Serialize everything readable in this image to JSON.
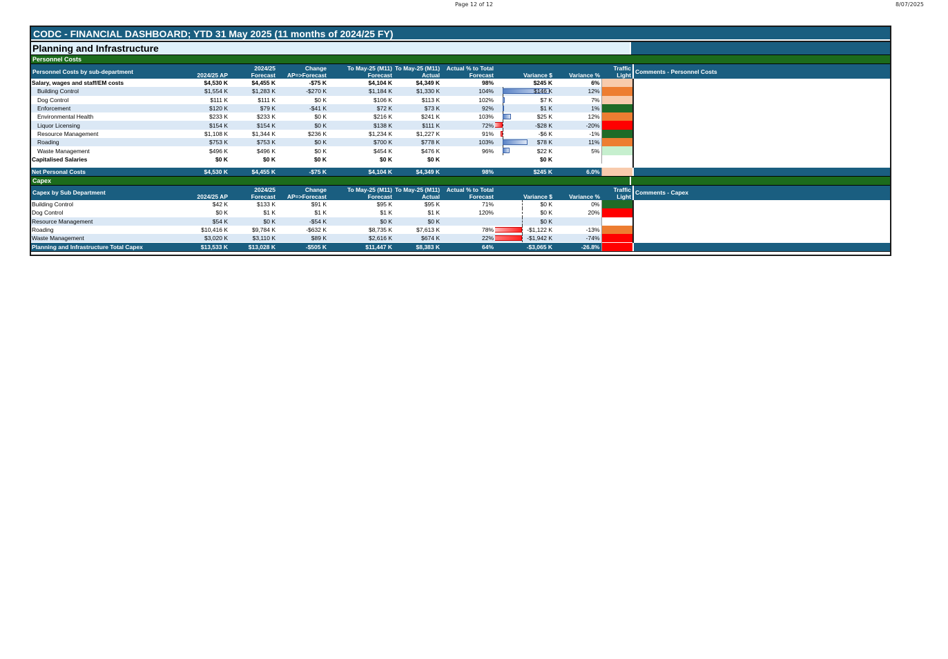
{
  "page": {
    "page_num": "Page 12 of 12",
    "print_date": "8/07/2025"
  },
  "title": "CODC - FINANCIAL DASHBOARD; YTD 31 May 2025 (11 months of 2024/25 FY)",
  "section": "Planning and Infrastructure",
  "colors": {
    "header_blue": "#1a5e80",
    "band_blue": "#dbe8f5",
    "section_green": "#1c6b1c",
    "tl_dark_green": "#1f6b27",
    "tl_light_green": "#c6efce",
    "tl_orange": "#ed7d31",
    "tl_peach": "#f8cbad",
    "tl_red": "#ff0000",
    "tl_white": "#ffffff"
  },
  "personnel": {
    "band": "Personnel Costs",
    "headers": {
      "label": "Personnel Costs by sub-department",
      "ap": "2024/25 AP",
      "forecast": [
        "2024/25",
        "Forecast"
      ],
      "change": [
        "Change",
        "AP=>Forecast"
      ],
      "ytd_forecast": [
        "To May-25 (M11)",
        "Forecast"
      ],
      "ytd_actual": [
        "To May-25 (M11)",
        "Actual"
      ],
      "pct": [
        "Actual % to Total",
        "Forecast"
      ],
      "variance": "Variance $",
      "variance_pct": "Variance %",
      "tl": [
        "Traffic",
        "Light"
      ],
      "comments": "Comments - Personnel Costs"
    },
    "rows": [
      {
        "label": "Salary, wages and staff/EM costs",
        "ap": "$4,530 K",
        "forecast": "$4,455 K",
        "change": "-$75 K",
        "ytd_forecast": "$4,104 K",
        "ytd_actual": "$4,349 K",
        "pct": "98%",
        "variance": "$245 K",
        "variance_pct": "6%",
        "tl": "peach",
        "bar": null
      },
      {
        "label": "Building Control",
        "ap": "$1,554 K",
        "forecast": "$1,283 K",
        "change": "-$270 K",
        "ytd_forecast": "$1,184 K",
        "ytd_actual": "$1,330 K",
        "pct": "104%",
        "variance": "$146 K",
        "variance_pct": "12%",
        "tl": "orange",
        "bar": 146
      },
      {
        "label": "Dog Control",
        "ap": "$111 K",
        "forecast": "$111 K",
        "change": "$0 K",
        "ytd_forecast": "$106 K",
        "ytd_actual": "$113 K",
        "pct": "102%",
        "variance": "$7 K",
        "variance_pct": "7%",
        "tl": "peach",
        "bar": 7
      },
      {
        "label": "Enforcement",
        "ap": "$120 K",
        "forecast": "$79 K",
        "change": "-$41 K",
        "ytd_forecast": "$72 K",
        "ytd_actual": "$73 K",
        "pct": "92%",
        "variance": "$1 K",
        "variance_pct": "1%",
        "tl": "dark_green",
        "bar": 1
      },
      {
        "label": "Environmental Health",
        "ap": "$233 K",
        "forecast": "$233 K",
        "change": "$0 K",
        "ytd_forecast": "$216 K",
        "ytd_actual": "$241 K",
        "pct": "103%",
        "variance": "$25 K",
        "variance_pct": "12%",
        "tl": "orange",
        "bar": 25
      },
      {
        "label": "Liquor Licensing",
        "ap": "$154 K",
        "forecast": "$154 K",
        "change": "$0 K",
        "ytd_forecast": "$138 K",
        "ytd_actual": "$111 K",
        "pct": "72%",
        "variance": "-$28 K",
        "variance_pct": "-20%",
        "tl": "red",
        "bar": -28
      },
      {
        "label": "Resource Management",
        "ap": "$1,108 K",
        "forecast": "$1,344 K",
        "change": "$236 K",
        "ytd_forecast": "$1,234 K",
        "ytd_actual": "$1,227 K",
        "pct": "91%",
        "variance": "-$6 K",
        "variance_pct": "-1%",
        "tl": "dark_green",
        "bar": -6
      },
      {
        "label": "Roading",
        "ap": "$753 K",
        "forecast": "$753 K",
        "change": "$0 K",
        "ytd_forecast": "$700 K",
        "ytd_actual": "$778 K",
        "pct": "103%",
        "variance": "$78 K",
        "variance_pct": "11%",
        "tl": "orange",
        "bar": 78
      },
      {
        "label": "Waste Management",
        "ap": "$496 K",
        "forecast": "$496 K",
        "change": "$0 K",
        "ytd_forecast": "$454 K",
        "ytd_actual": "$476 K",
        "pct": "96%",
        "variance": "$22 K",
        "variance_pct": "5%",
        "tl": "light_green",
        "bar": 22
      },
      {
        "label": "Capitalised Salaries",
        "ap": "$0 K",
        "forecast": "$0 K",
        "change": "$0 K",
        "ytd_forecast": "$0 K",
        "ytd_actual": "$0 K",
        "pct": "",
        "variance": "$0 K",
        "variance_pct": "",
        "tl": "white",
        "bar": null
      }
    ],
    "total": {
      "label": "Net Personal Costs",
      "ap": "$4,530 K",
      "forecast": "$4,455 K",
      "change": "-$75 K",
      "ytd_forecast": "$4,104 K",
      "ytd_actual": "$4,349 K",
      "pct": "98%",
      "variance": "$245 K",
      "variance_pct": "6.0%",
      "tl": "peach"
    }
  },
  "capex": {
    "band": "Capex",
    "headers": {
      "label": "Capex by Sub Department",
      "ap": "2024/25 AP",
      "forecast": [
        "2024/25",
        "Forecast"
      ],
      "change": [
        "Change",
        "AP=>Forecast"
      ],
      "ytd_forecast": [
        "To May-25 (M11)",
        "Forecast"
      ],
      "ytd_actual": [
        "To May-25 (M11)",
        "Actual"
      ],
      "pct": [
        "Actual % to Total",
        "Forecast"
      ],
      "variance": "Variance $",
      "variance_pct": "Variance %",
      "tl": [
        "Traffic",
        "Light"
      ],
      "comments": "Comments - Capex"
    },
    "rows": [
      {
        "label": "Building Control",
        "ap": "$42 K",
        "forecast": "$133 K",
        "change": "$91 K",
        "ytd_forecast": "$95 K",
        "ytd_actual": "$95 K",
        "pct": "71%",
        "variance": "$0 K",
        "variance_pct": "0%",
        "tl": "dark_green",
        "bar": 0
      },
      {
        "label": "Dog Control",
        "ap": "$0 K",
        "forecast": "$1 K",
        "change": "$1 K",
        "ytd_forecast": "$1 K",
        "ytd_actual": "$1 K",
        "pct": "120%",
        "variance": "$0 K",
        "variance_pct": "20%",
        "tl": "red",
        "bar": 0
      },
      {
        "label": "Resource Management",
        "ap": "$54 K",
        "forecast": "$0 K",
        "change": "-$54 K",
        "ytd_forecast": "$0 K",
        "ytd_actual": "$0 K",
        "pct": "",
        "variance": "$0 K",
        "variance_pct": "",
        "tl": "white",
        "bar": 0
      },
      {
        "label": "Roading",
        "ap": "$10,416 K",
        "forecast": "$9,784 K",
        "change": "-$632 K",
        "ytd_forecast": "$8,735 K",
        "ytd_actual": "$7,613 K",
        "pct": "78%",
        "variance": "-$1,122 K",
        "variance_pct": "-13%",
        "tl": "orange",
        "bar": -1122
      },
      {
        "label": "Waste Management",
        "ap": "$3,020 K",
        "forecast": "$3,110 K",
        "change": "$89 K",
        "ytd_forecast": "$2,616 K",
        "ytd_actual": "$674 K",
        "pct": "22%",
        "variance": "-$1,942 K",
        "variance_pct": "-74%",
        "tl": "red",
        "bar": -1942
      }
    ],
    "total": {
      "label": "Planning and Infrastructure Total Capex",
      "ap": "$13,533 K",
      "forecast": "$13,028 K",
      "change": "-$505 K",
      "ytd_forecast": "$11,447 K",
      "ytd_actual": "$8,383 K",
      "pct": "64%",
      "variance": "-$3,065 K",
      "variance_pct": "-26.8%",
      "tl": "red"
    }
  }
}
